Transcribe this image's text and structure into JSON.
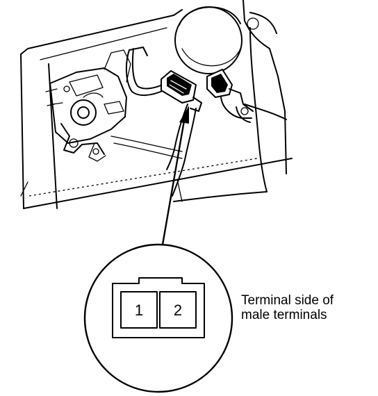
{
  "connector": {
    "pins": [
      "1",
      "2"
    ]
  },
  "caption": {
    "line1": "Terminal side of",
    "line2": "male terminals"
  }
}
